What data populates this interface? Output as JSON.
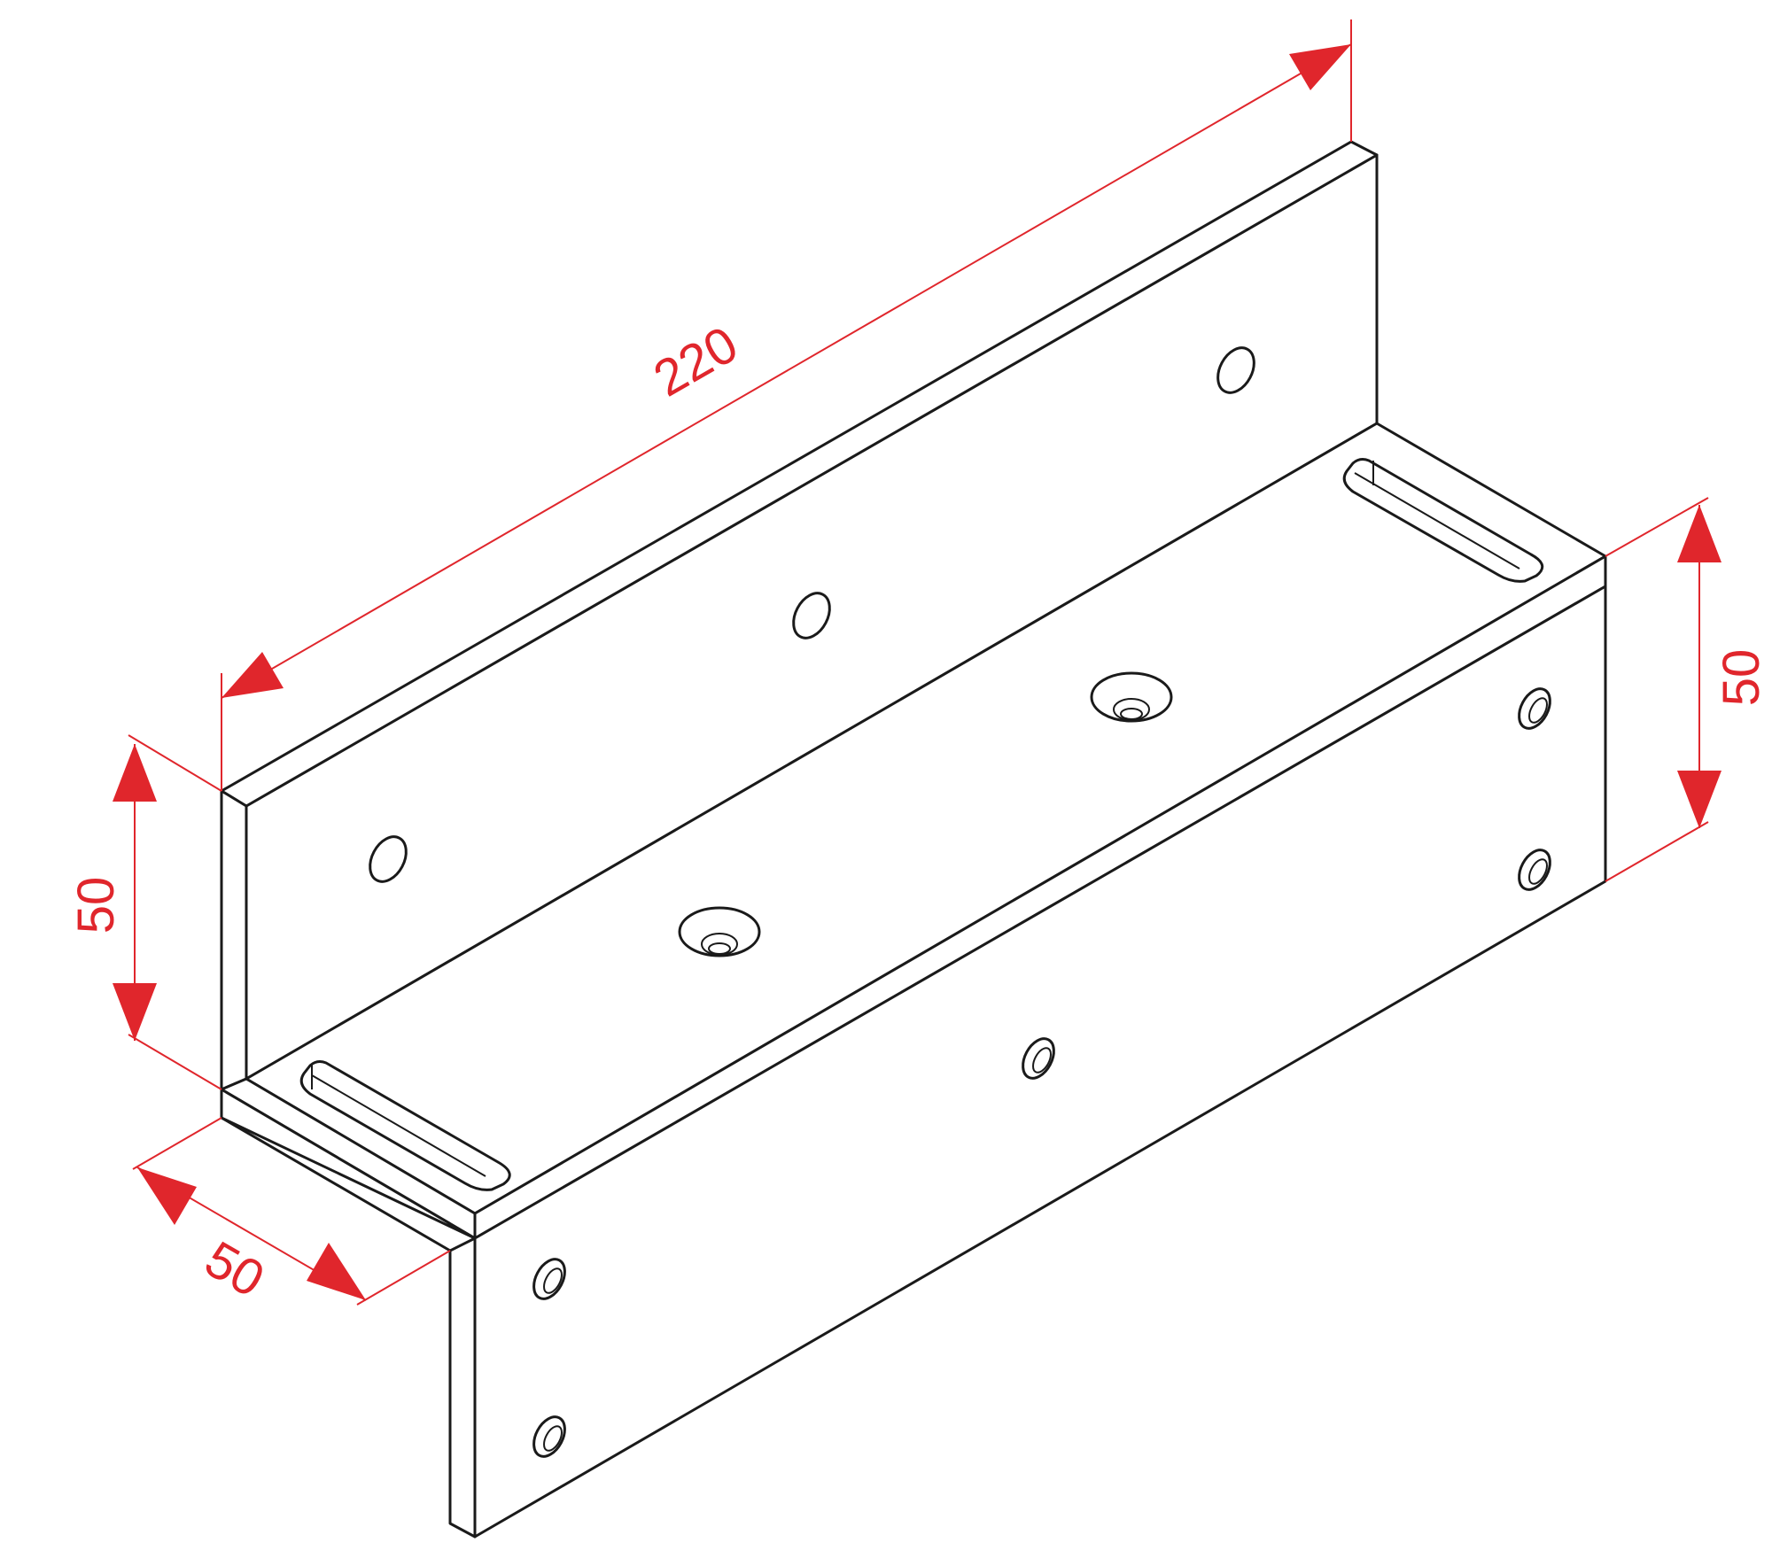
{
  "diagram": {
    "dimensions": {
      "length": "220",
      "back_height": "50",
      "front_height": "50",
      "depth": "50"
    },
    "colors": {
      "dimension": "#e0262c",
      "outline": "#1a1a1a",
      "background": "#ffffff"
    }
  }
}
